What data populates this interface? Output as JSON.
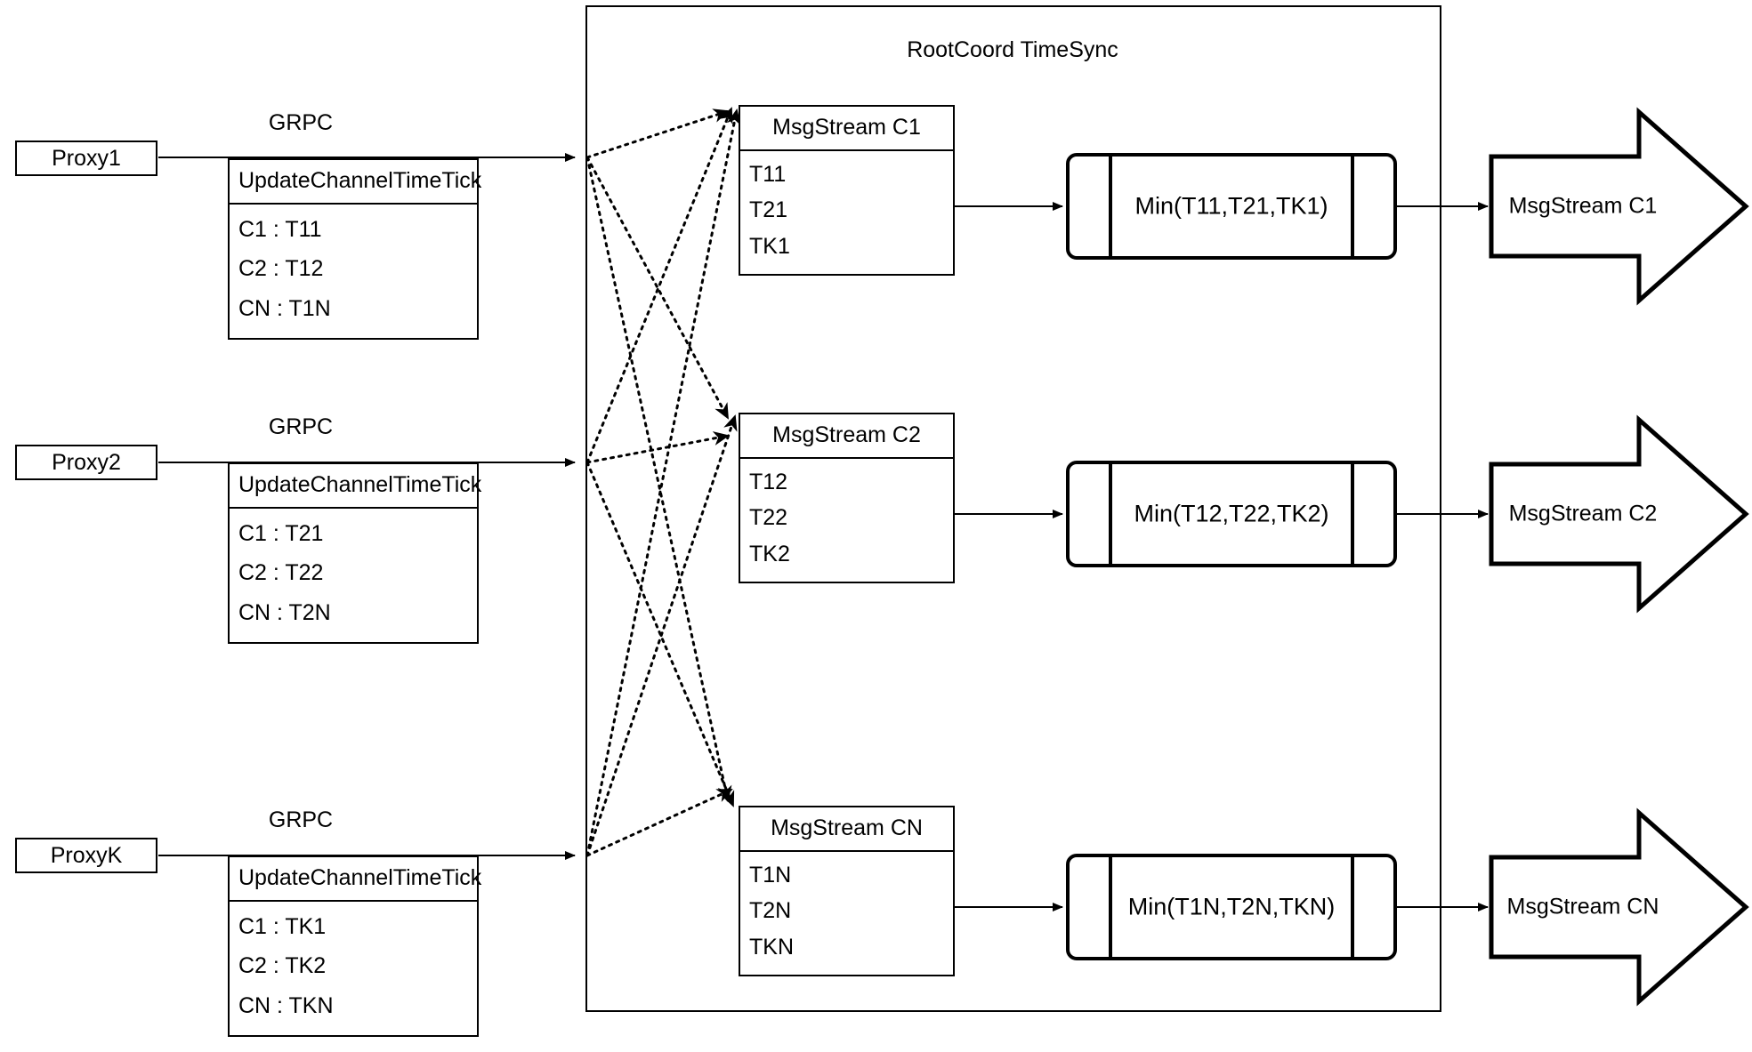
{
  "diagram": {
    "title": "RootCoord TimeSync",
    "grpc_label": "GRPC",
    "update_header": "UpdateChannelTimeTick"
  },
  "proxies": [
    {
      "name": "Proxy1",
      "protocol": "GRPC",
      "message": "UpdateChannelTimeTick",
      "rows": [
        "C1 :  T11",
        "C2 :  T12",
        "CN : T1N"
      ]
    },
    {
      "name": "Proxy2",
      "protocol": "GRPC",
      "message": "UpdateChannelTimeTick",
      "rows": [
        "C1 :  T21",
        "C2 :  T22",
        "CN : T2N"
      ]
    },
    {
      "name": "ProxyK",
      "protocol": "GRPC",
      "message": "UpdateChannelTimeTick",
      "rows": [
        "C1 :  TK1",
        "C2 :  TK2",
        "CN : TKN"
      ]
    }
  ],
  "channels": [
    {
      "stream_title": "MsgStream C1",
      "ticks": [
        "T11",
        "T21",
        "TK1"
      ],
      "min_label": "Min(T11,T21,TK1)",
      "output_label": "MsgStream C1"
    },
    {
      "stream_title": "MsgStream C2",
      "ticks": [
        "T12",
        "T22",
        "TK2"
      ],
      "min_label": "Min(T12,T22,TK2)",
      "output_label": "MsgStream C2"
    },
    {
      "stream_title": "MsgStream CN",
      "ticks": [
        "T1N",
        "T2N",
        "TKN"
      ],
      "min_label": "Min(T1N,T2N,TKN)",
      "output_label": "MsgStream CN"
    }
  ],
  "colors": {
    "stroke": "#000000",
    "background": "#ffffff"
  }
}
